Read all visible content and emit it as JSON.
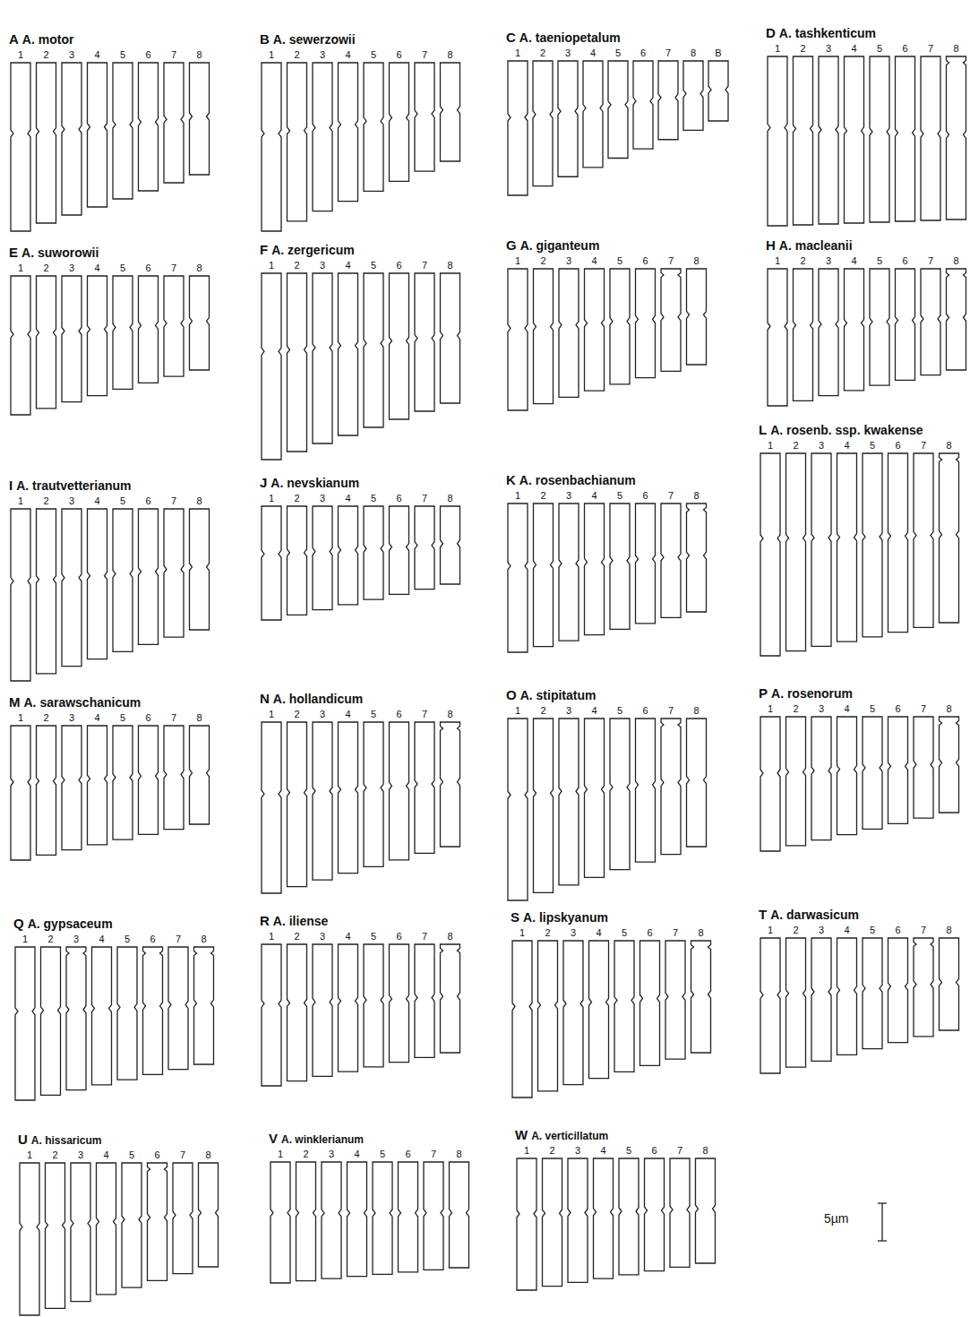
{
  "diagram": {
    "labels": [
      "A",
      "A. motor",
      "1",
      "2",
      "3",
      "4",
      "5",
      "6",
      "7",
      "8",
      "B",
      "A. sewerzowii",
      "1",
      "2",
      "3",
      "4",
      "5",
      "6",
      "7",
      "8",
      "C",
      "A. taeniopetalum",
      "1",
      "2",
      "3",
      "4",
      "5",
      "6",
      "7",
      "8",
      "B",
      "D",
      "A. tashkenticum",
      "1",
      "2",
      "3",
      "4",
      "5",
      "6",
      "7",
      "8",
      "E",
      "A. suworowii",
      "1",
      "2",
      "3",
      "4",
      "5",
      "6",
      "7",
      "8",
      "F",
      "A. zergericum",
      "1",
      "2",
      "3",
      "4",
      "5",
      "6",
      "7",
      "8",
      "G",
      "A. giganteum",
      "1",
      "2",
      "3",
      "4",
      "5",
      "6",
      "7",
      "8",
      "H",
      "A. macleanii",
      "1",
      "2",
      "3",
      "4",
      "5",
      "6",
      "7",
      "8",
      "I",
      "A. trautvetterianum",
      "1",
      "2",
      "3",
      "4",
      "5",
      "6",
      "7",
      "8",
      "J",
      "A. nevskianum",
      "1",
      "2",
      "3",
      "4",
      "5",
      "6",
      "7",
      "8",
      "K",
      "A. rosenbachianum",
      "1",
      "2",
      "3",
      "4",
      "5",
      "6",
      "7",
      "8",
      "L",
      "A. rosenb. ssp. kwakense",
      "1",
      "2",
      "3",
      "4",
      "5",
      "6",
      "7",
      "8",
      "M",
      "A. sarawschanicum",
      "1",
      "2",
      "3",
      "4",
      "5",
      "6",
      "7",
      "8",
      "N",
      "A. hollandicum",
      "1",
      "2",
      "3",
      "4",
      "5",
      "6",
      "7",
      "8",
      "O",
      "A. stipitatum",
      "1",
      "2",
      "3",
      "4",
      "5",
      "6",
      "7",
      "8",
      "P",
      "A. rosenorum",
      "1",
      "2",
      "3",
      "4",
      "5",
      "6",
      "7",
      "8",
      "Q",
      "A. gypsaceum",
      "1",
      "2",
      "3",
      "4",
      "5",
      "6",
      "7",
      "8",
      "R",
      "A. iliense",
      "1",
      "2",
      "3",
      "4",
      "5",
      "6",
      "7",
      "8",
      "S",
      "A. lipskyanum",
      "1",
      "2",
      "3",
      "4",
      "5",
      "6",
      "7",
      "8",
      "T",
      "A. darwasicum",
      "1",
      "2",
      "3",
      "4",
      "5",
      "6",
      "7",
      "8",
      "U",
      "A. hissaricum",
      "1",
      "2",
      "3",
      "4",
      "5",
      "6",
      "7",
      "8",
      "V",
      "A. winklerianum",
      "1",
      "2",
      "3",
      "4",
      "5",
      "6",
      "7",
      "8",
      "W",
      "A. verticillatum",
      "1",
      "2",
      "3",
      "4",
      "5",
      "6",
      "7",
      "8",
      "5µm"
    ]
  }
}
